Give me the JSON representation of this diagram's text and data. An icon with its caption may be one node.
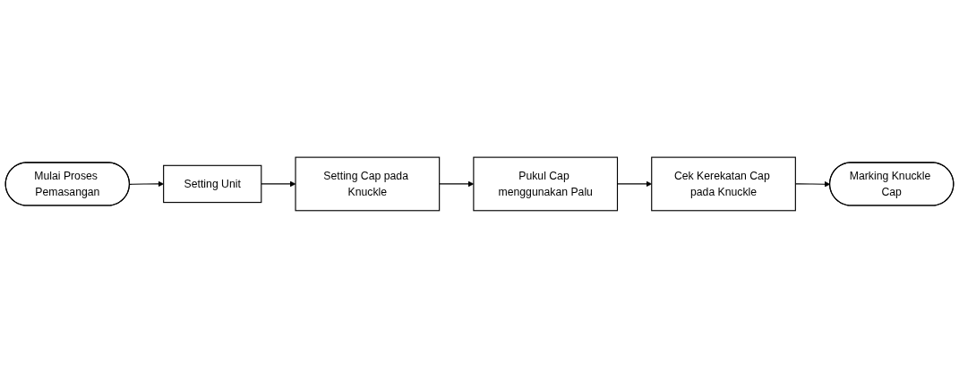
{
  "diagram": {
    "nodes": [
      {
        "text": [
          "Mulai Proses Pemasangan"
        ]
      },
      {
        "text": [
          "Setting Unit"
        ]
      },
      {
        "text": [
          "Setting Cap pada Knuckle"
        ]
      },
      {
        "text": [
          "Pukul Cap menggunakan Palu"
        ]
      },
      {
        "text": [
          "Cek Kerekatan Cap pada Knuckle"
        ]
      },
      {
        "text": [
          "Marking Knuckle Cap"
        ]
      }
    ],
    "edges": [
      {
        "from": 0,
        "to": 1,
        "arrow": "to"
      },
      {
        "from": 1,
        "to": 2,
        "arrow": "to"
      },
      {
        "from": 2,
        "to": 3,
        "arrow": "to"
      },
      {
        "from": 3,
        "to": 4,
        "arrow": "to"
      },
      {
        "from": 4,
        "to": 5,
        "arrow": "to"
      }
    ]
  }
}
